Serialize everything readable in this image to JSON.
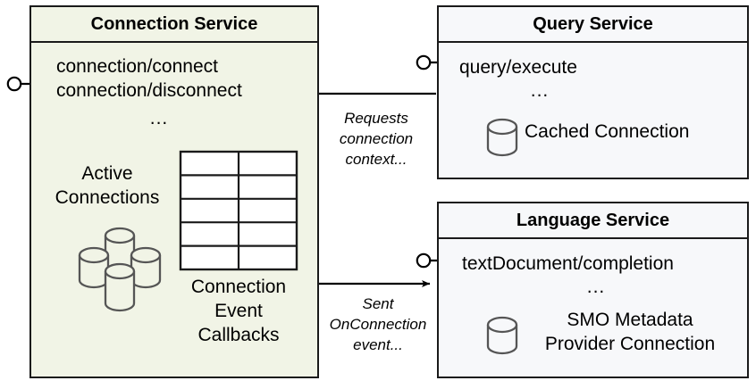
{
  "diagram": {
    "title_hidden": "",
    "colors": {
      "connection_fill": "#f1f4e6",
      "service_fill": "#f7f8fa",
      "stroke": "#1a1a1a",
      "icon_stroke": "#555555"
    }
  },
  "connection_service": {
    "title": "Connection Service",
    "api_line_1": "connection/connect",
    "api_line_2": "connection/disconnect",
    "api_ellipsis": "...",
    "active_connections_label": "Active\nConnections",
    "active_connections_label_line1": "Active",
    "active_connections_label_line2": "Connections",
    "callbacks_label_line1": "Connection",
    "callbacks_label_line2": "Event",
    "callbacks_label_line3": "Callbacks",
    "table_rows": 5,
    "table_cols": 2,
    "store_icon": "database-cylinder-stack-icon",
    "table_icon": "callback-table-icon",
    "provided_interface_icon": "lollipop-interface-icon"
  },
  "query_service": {
    "title": "Query Service",
    "api_line_1": "query/execute",
    "api_ellipsis": "...",
    "store_label": "Cached Connection",
    "store_icon": "database-cylinder-icon",
    "provided_interface_icon": "lollipop-interface-icon"
  },
  "language_service": {
    "title": "Language Service",
    "api_line_1": "textDocument/completion",
    "api_ellipsis": "...",
    "store_label_line1": "SMO Metadata",
    "store_label_line2": "Provider Connection",
    "store_icon": "database-cylinder-icon",
    "provided_interface_icon": "lollipop-interface-icon"
  },
  "flows": [
    {
      "id": "requests-connection-context",
      "label_line1": "Requests",
      "label_line2": "connection",
      "label_line3": "context...",
      "from": "Query Service",
      "to": "Connection Service",
      "direction": "right-to-left"
    },
    {
      "id": "sent-onconnection-event",
      "label_line1": "Sent",
      "label_line2": "OnConnection",
      "label_line3": "event...",
      "from": "Connection Service",
      "to": "Language Service",
      "direction": "left-to-right"
    }
  ]
}
